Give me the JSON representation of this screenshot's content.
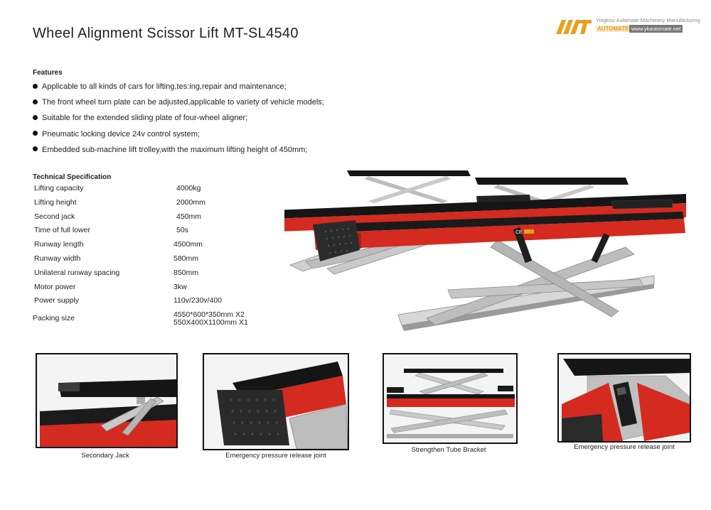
{
  "title": "Wheel Alignment Scissor Lift   MT-SL4540",
  "logo": {
    "company": "Yingkou Automate Machinery Manufacturing",
    "brand": "AUTOMATES",
    "url": "www.ykautomate.net"
  },
  "features": {
    "heading": "Features",
    "items": [
      "Applicable to all kinds of cars for lifting,tes:ing,repair and maintenance;",
      "The front wheel turn plate can be adjusted,applicable to variety of vehicle models;",
      "Suitable for the extended sliding plate of four-wheel aligner;",
      "Pneumatic locking device 24v control system;",
      "Embedded sub-machine lift trolley,with the maximum lifting height of 450mm;"
    ]
  },
  "spec": {
    "heading": "Technical Specification",
    "rows": [
      {
        "label": "Lifting capacity",
        "value": "4000kg"
      },
      {
        "label": "Lifting height",
        "value": "2000mm"
      },
      {
        "label": "Second jack",
        "value": "450mm"
      },
      {
        "label": "Time of full lower",
        "value": "50s"
      },
      {
        "label": "Runway length",
        "value": "4500mm"
      },
      {
        "label": "Runway width",
        "value": "580mm"
      },
      {
        "label": "Unilateral runway spacing",
        "value": "850mm"
      },
      {
        "label": "Motor power",
        "value": "3kw"
      },
      {
        "label": "Power supply",
        "value": "110v/230v/400"
      }
    ],
    "packing": {
      "label": "Packing size",
      "line1": "4550*600*350mm X2",
      "line2": "550X400X1100mm X1"
    }
  },
  "product_marks": {
    "ce": "CE"
  },
  "details": [
    {
      "caption": "Secondary Jack"
    },
    {
      "caption": "Emergency pressure release joint"
    },
    {
      "caption": "Strengthen Tube Bracket"
    },
    {
      "caption": "Emergency pressure release joint"
    }
  ],
  "colors": {
    "accent_red": "#d42a1f",
    "steel_gray": "#bdbdbd",
    "plate_black": "#151515",
    "logo_orange": "#e8a020"
  }
}
